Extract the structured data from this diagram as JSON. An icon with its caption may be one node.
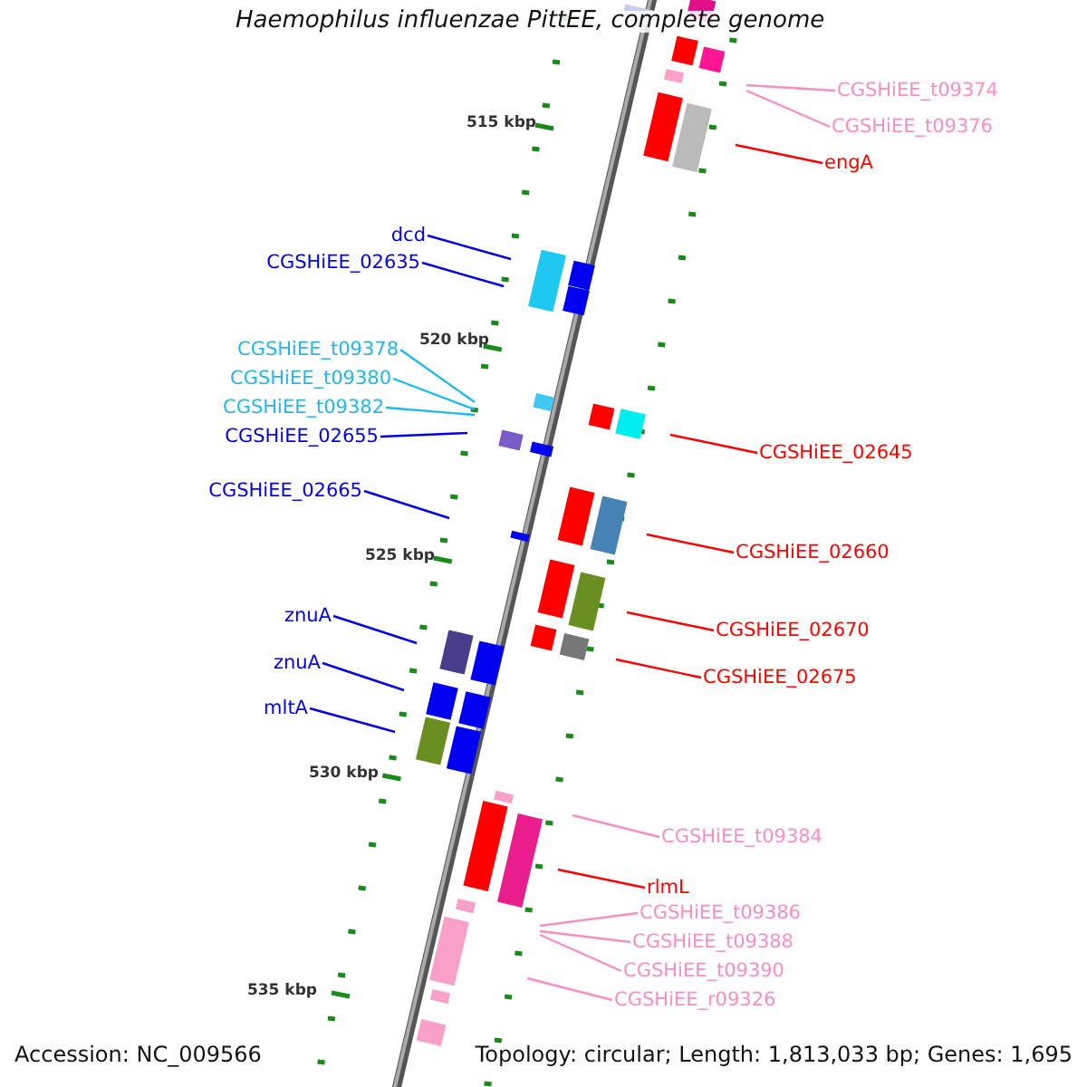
{
  "diagram": {
    "title": "Haemophilus influenzae PittEE, complete genome",
    "nodes": [
      {
        "text": [
          "CGSHiEE_t09374"
        ]
      },
      {
        "text": [
          "CGSHiEE_t09376"
        ]
      },
      {
        "text": [
          "engA"
        ]
      },
      {
        "text": [
          "dcd"
        ]
      },
      {
        "text": [
          "CGSHiEE_02635"
        ]
      },
      {
        "text": [
          "CGSHiEE_t09378"
        ]
      },
      {
        "text": [
          "CGSHiEE_t09380"
        ]
      },
      {
        "text": [
          "CGSHiEE_t09382"
        ]
      },
      {
        "text": [
          "CGSHiEE_02655"
        ]
      },
      {
        "text": [
          "CGSHiEE_02645"
        ]
      },
      {
        "text": [
          "CGSHiEE_02665"
        ]
      },
      {
        "text": [
          "CGSHiEE_02660"
        ]
      },
      {
        "text": [
          "znuA"
        ]
      },
      {
        "text": [
          "CGSHiEE_02670"
        ]
      },
      {
        "text": [
          "znuA"
        ]
      },
      {
        "text": [
          "CGSHiEE_02675"
        ]
      },
      {
        "text": [
          "mltA"
        ]
      },
      {
        "text": [
          "CGSHiEE_t09384"
        ]
      },
      {
        "text": [
          "rlmL"
        ]
      },
      {
        "text": [
          "CGSHiEE_t09386"
        ]
      },
      {
        "text": [
          "CGSHiEE_t09388"
        ]
      },
      {
        "text": [
          "CGSHiEE_t09390"
        ]
      },
      {
        "text": [
          "CGSHiEE_r09326"
        ]
      }
    ],
    "edges": [
      {
        "from": 0,
        "to": null,
        "arrow": "none",
        "color": "#f78fc0"
      },
      {
        "from": 1,
        "to": null,
        "arrow": "none",
        "color": "#f78fc0"
      },
      {
        "from": 2,
        "to": null,
        "arrow": "none",
        "color": "#ff0000"
      },
      {
        "from": 3,
        "to": null,
        "arrow": "none",
        "color": "#0000ee"
      },
      {
        "from": 4,
        "to": null,
        "arrow": "none",
        "color": "#0000ee"
      },
      {
        "from": 5,
        "to": null,
        "arrow": "none",
        "color": "#20b8f0"
      },
      {
        "from": 6,
        "to": null,
        "arrow": "none",
        "color": "#20b8f0"
      },
      {
        "from": 7,
        "to": null,
        "arrow": "none",
        "color": "#20b8f0"
      },
      {
        "from": 8,
        "to": null,
        "arrow": "none",
        "color": "#0000ee"
      },
      {
        "from": 9,
        "to": null,
        "arrow": "none",
        "color": "#ff0000"
      },
      {
        "from": 10,
        "to": null,
        "arrow": "none",
        "color": "#0000ee"
      },
      {
        "from": 11,
        "to": null,
        "arrow": "none",
        "color": "#ff0000"
      },
      {
        "from": 12,
        "to": null,
        "arrow": "none",
        "color": "#0000ee"
      },
      {
        "from": 13,
        "to": null,
        "arrow": "none",
        "color": "#ff0000"
      },
      {
        "from": 14,
        "to": null,
        "arrow": "none",
        "color": "#0000ee"
      },
      {
        "from": 15,
        "to": null,
        "arrow": "none",
        "color": "#ff0000"
      },
      {
        "from": 16,
        "to": null,
        "arrow": "none",
        "color": "#0000ee"
      },
      {
        "from": 17,
        "to": null,
        "arrow": "none",
        "color": "#f78fc0"
      },
      {
        "from": 18,
        "to": null,
        "arrow": "none",
        "color": "#ff0000"
      },
      {
        "from": 19,
        "to": null,
        "arrow": "none",
        "color": "#f78fc0"
      },
      {
        "from": 20,
        "to": null,
        "arrow": "none",
        "color": "#f78fc0"
      },
      {
        "from": 21,
        "to": null,
        "arrow": "none",
        "color": "#f78fc0"
      },
      {
        "from": 22,
        "to": null,
        "arrow": "none",
        "color": "#f78fc0"
      }
    ],
    "labels": [
      "515 kbp",
      "520 kbp",
      "525 kbp",
      "530 kbp",
      "535 kbp",
      "Accession: NC_009566",
      "Topology: circular; Length: 1,813,033 bp; Genes: 1,695"
    ]
  }
}
